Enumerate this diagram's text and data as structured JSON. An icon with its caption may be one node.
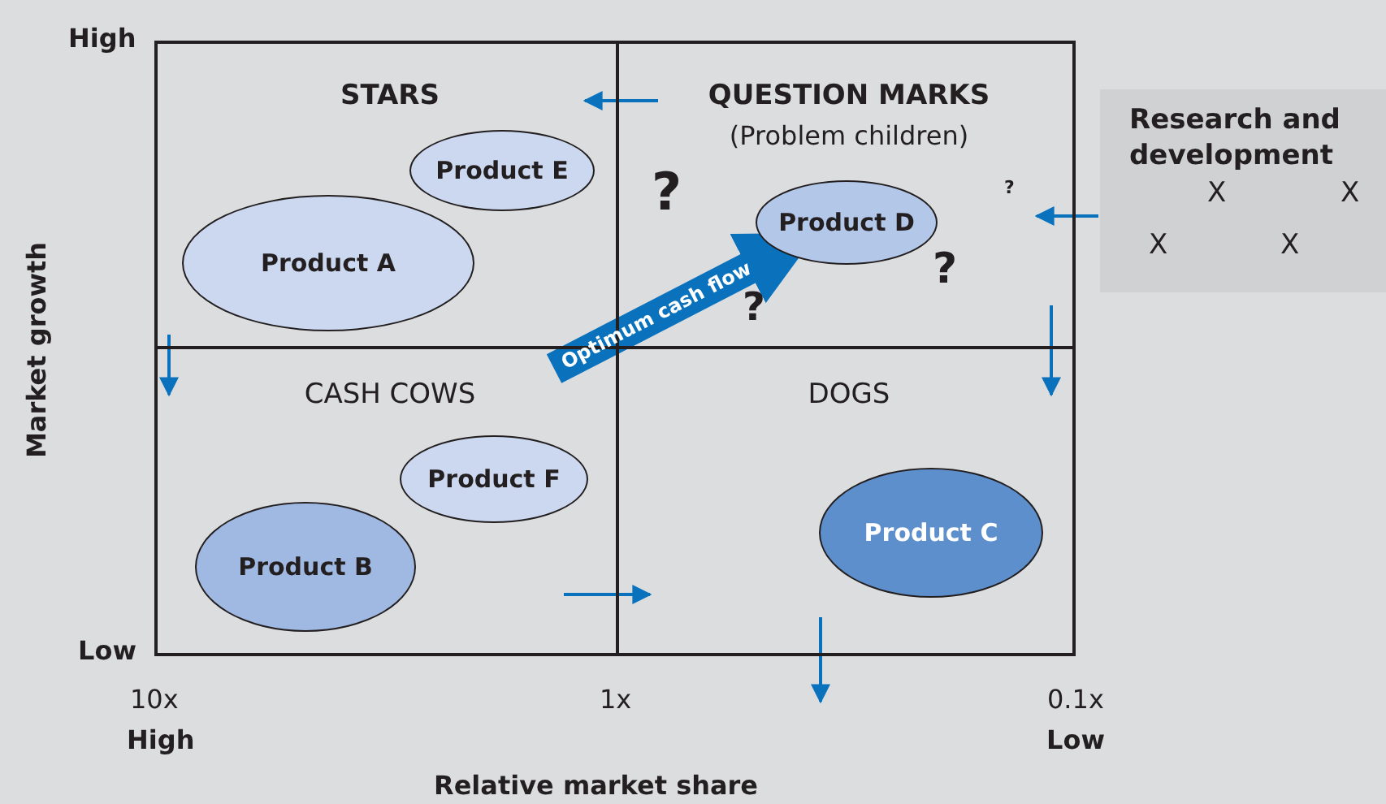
{
  "diagram": {
    "nodes": [
      {
        "text": [
          "STARS"
        ]
      },
      {
        "text": [
          "Product E"
        ],
        "in": 0
      },
      {
        "text": [
          "Product A"
        ],
        "in": 0
      },
      {
        "text": [
          "QUESTION MARKS",
          "(Problem children)",
          "?",
          "?",
          "?",
          "?"
        ]
      },
      {
        "text": [
          "Product D"
        ],
        "in": 3
      },
      {
        "text": [
          "CASH COWS"
        ]
      },
      {
        "text": [
          "Product F"
        ],
        "in": 5
      },
      {
        "text": [
          "Product B"
        ],
        "in": 5
      },
      {
        "text": [
          "DOGS"
        ]
      },
      {
        "text": [
          "Product C"
        ],
        "in": 8
      },
      {
        "text": [
          "Research and development",
          "X",
          "X",
          "X",
          "X"
        ]
      }
    ],
    "edges": [
      {
        "from": 5,
        "to": 4,
        "arrow": "to",
        "label": "Optimum cash flow",
        "style": "thick"
      },
      {
        "from": 10,
        "to": 3,
        "arrow": "to"
      }
    ],
    "labels": [
      "High",
      "Market growth",
      "Low",
      "10x",
      "1x",
      "0.1x",
      "High",
      "Low",
      "Relative market share"
    ]
  }
}
